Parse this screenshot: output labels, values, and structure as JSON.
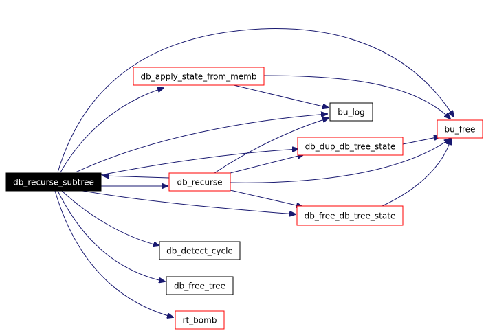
{
  "colors": {
    "edge": "#191970",
    "root_fill": "#000000",
    "root_text": "#ffffff",
    "linked_border": "#ff0000",
    "plain_border": "#000000",
    "node_fill": "#ffffff",
    "text": "#000000"
  },
  "nodes": [
    {
      "id": "n_root",
      "label": "db_recurse_subtree",
      "style": "root"
    },
    {
      "id": "n_apply",
      "label": "db_apply_state_from_memb",
      "style": "red"
    },
    {
      "id": "n_bulog",
      "label": "bu_log",
      "style": "black"
    },
    {
      "id": "n_bufree",
      "label": "bu_free",
      "style": "red"
    },
    {
      "id": "n_dup",
      "label": "db_dup_db_tree_state",
      "style": "red"
    },
    {
      "id": "n_recurse",
      "label": "db_recurse",
      "style": "red"
    },
    {
      "id": "n_freestate",
      "label": "db_free_db_tree_state",
      "style": "red"
    },
    {
      "id": "n_detect",
      "label": "db_detect_cycle",
      "style": "black"
    },
    {
      "id": "n_freetree",
      "label": "db_free_tree",
      "style": "black"
    },
    {
      "id": "n_bomb",
      "label": "rt_bomb",
      "style": "red"
    }
  ],
  "edges": [
    {
      "from": "db_recurse_subtree",
      "to": "db_apply_state_from_memb"
    },
    {
      "from": "db_recurse_subtree",
      "to": "bu_free"
    },
    {
      "from": "db_recurse_subtree",
      "to": "bu_log"
    },
    {
      "from": "db_recurse_subtree",
      "to": "db_dup_db_tree_state"
    },
    {
      "from": "db_recurse_subtree",
      "to": "db_recurse"
    },
    {
      "from": "db_recurse_subtree",
      "to": "db_free_db_tree_state"
    },
    {
      "from": "db_recurse_subtree",
      "to": "db_detect_cycle"
    },
    {
      "from": "db_recurse_subtree",
      "to": "db_free_tree"
    },
    {
      "from": "db_recurse_subtree",
      "to": "rt_bomb"
    },
    {
      "from": "db_apply_state_from_memb",
      "to": "bu_log"
    },
    {
      "from": "db_apply_state_from_memb",
      "to": "bu_free"
    },
    {
      "from": "db_recurse",
      "to": "db_recurse_subtree"
    },
    {
      "from": "db_recurse",
      "to": "bu_log"
    },
    {
      "from": "db_recurse",
      "to": "db_dup_db_tree_state"
    },
    {
      "from": "db_recurse",
      "to": "bu_free"
    },
    {
      "from": "db_recurse",
      "to": "db_free_db_tree_state"
    },
    {
      "from": "db_dup_db_tree_state",
      "to": "bu_free"
    },
    {
      "from": "db_free_db_tree_state",
      "to": "bu_free"
    }
  ]
}
